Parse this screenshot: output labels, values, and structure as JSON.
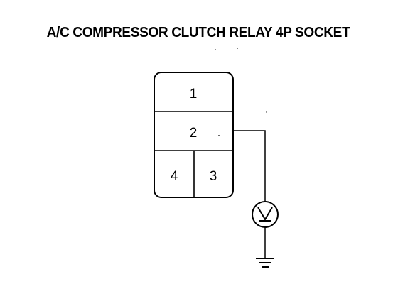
{
  "title": "A/C COMPRESSOR CLUTCH RELAY 4P SOCKET",
  "socket": {
    "pins": [
      {
        "id": "pin-1",
        "label": "1"
      },
      {
        "id": "pin-2",
        "label": "2"
      },
      {
        "id": "pin-3",
        "label": "3"
      },
      {
        "id": "pin-4",
        "label": "4"
      }
    ]
  },
  "meter": {
    "symbol": "V",
    "icon": "voltmeter-icon"
  },
  "ground": {
    "icon": "ground-icon"
  }
}
